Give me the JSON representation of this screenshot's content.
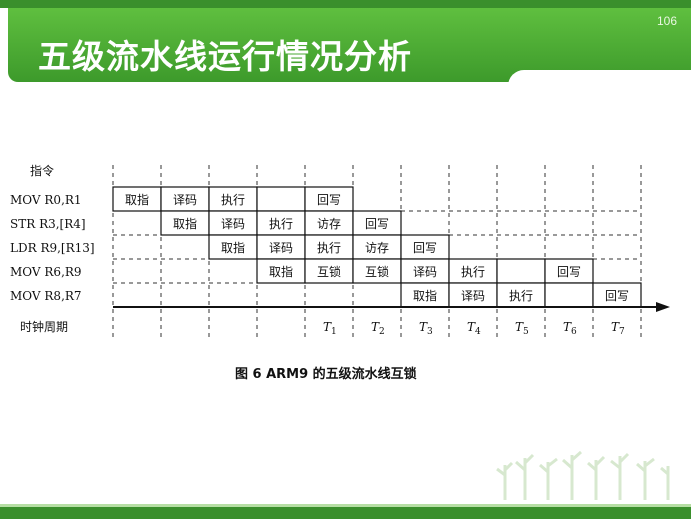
{
  "slide": {
    "page_number": "106",
    "title": "五级流水线运行情况分析"
  },
  "diagram": {
    "header_label": "指令",
    "clock_label": "时钟周期",
    "instructions": [
      {
        "name": "MOV R0,R1",
        "start": 0,
        "stages": [
          "取指",
          "译码",
          "执行",
          "",
          "回写"
        ]
      },
      {
        "name": "STR R3,[R4]",
        "start": 1,
        "stages": [
          "取指",
          "译码",
          "执行",
          "访存",
          "回写"
        ]
      },
      {
        "name": "LDR R9,[R13]",
        "start": 2,
        "stages": [
          "取指",
          "译码",
          "执行",
          "访存",
          "回写"
        ]
      },
      {
        "name": "MOV R6,R9",
        "start": 3,
        "stages": [
          "取指",
          "互锁",
          "互锁",
          "译码",
          "执行",
          "",
          "回写"
        ]
      },
      {
        "name": "MOV R8,R7",
        "start": 6,
        "stages": [
          "取指",
          "译码",
          "执行",
          "",
          "回写"
        ]
      }
    ],
    "clock_ticks": [
      {
        "col": 4,
        "letter": "T",
        "sub": "1"
      },
      {
        "col": 5,
        "letter": "T",
        "sub": "2"
      },
      {
        "col": 6,
        "letter": "T",
        "sub": "3"
      },
      {
        "col": 7,
        "letter": "T",
        "sub": "4"
      },
      {
        "col": 8,
        "letter": "T",
        "sub": "5"
      },
      {
        "col": 9,
        "letter": "T",
        "sub": "6"
      },
      {
        "col": 10,
        "letter": "T",
        "sub": "7"
      }
    ],
    "caption": "图 6    ARM9 的五级流水线互锁"
  }
}
